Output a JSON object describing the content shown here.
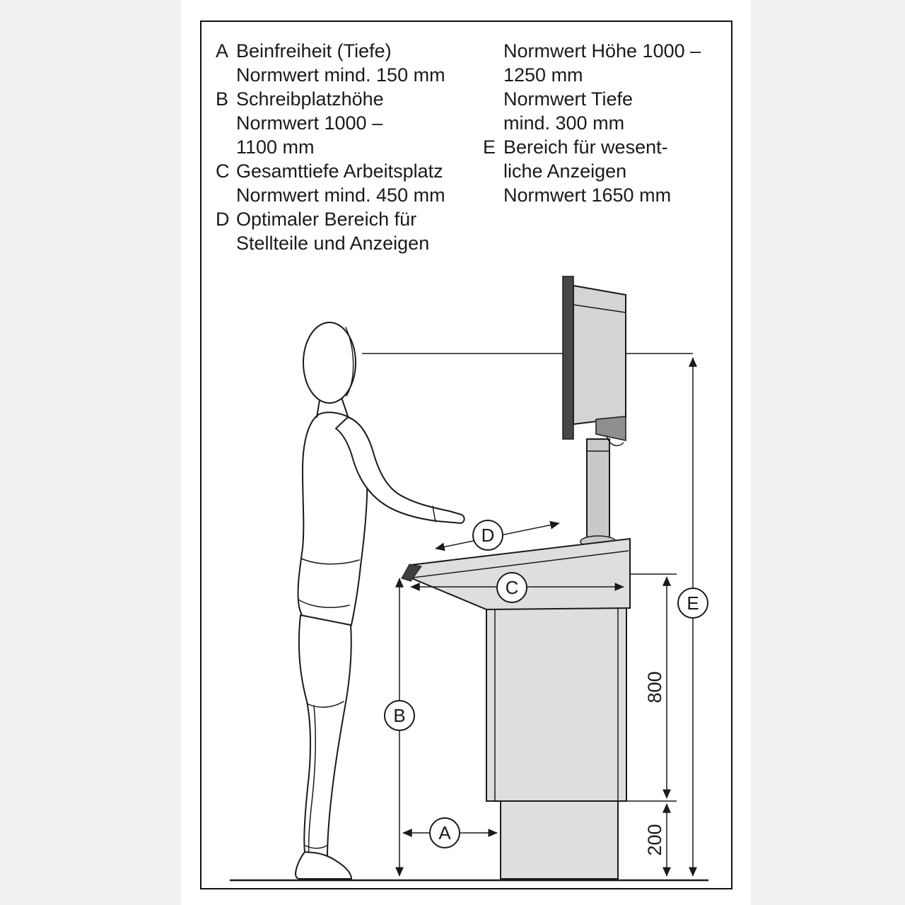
{
  "legend": {
    "left": [
      {
        "letter": "A",
        "lines": [
          "Beinfreiheit (Tiefe)",
          "Normwert mind. 150 mm"
        ]
      },
      {
        "letter": "B",
        "lines": [
          "Schreibplatzhöhe",
          "Normwert 1000 –",
          "1100 mm"
        ]
      },
      {
        "letter": "C",
        "lines": [
          "Gesamttiefe Arbeitsplatz",
          "Normwert mind. 450 mm"
        ]
      },
      {
        "letter": "D",
        "lines": [
          "Optimaler Bereich für",
          "Stellteile und Anzeigen"
        ]
      }
    ],
    "right": [
      {
        "letter": "",
        "lines": [
          "Normwert Höhe 1000 –",
          "1250 mm",
          "Normwert Tiefe",
          "mind. 300 mm"
        ]
      },
      {
        "letter": "E",
        "lines": [
          "Bereich für wesent-",
          "liche Anzeigen",
          "Normwert 1650 mm"
        ]
      }
    ]
  },
  "diagram": {
    "markers": {
      "a": "A",
      "b": "B",
      "c": "C",
      "d": "D",
      "e": "E"
    },
    "dimensions": {
      "d800": "800",
      "d200": "200"
    }
  },
  "colors": {
    "ink": "#1a1a1a",
    "object_fill": "#dedede",
    "dark_fill": "#474747",
    "page_margin": "#f1f1f1"
  }
}
